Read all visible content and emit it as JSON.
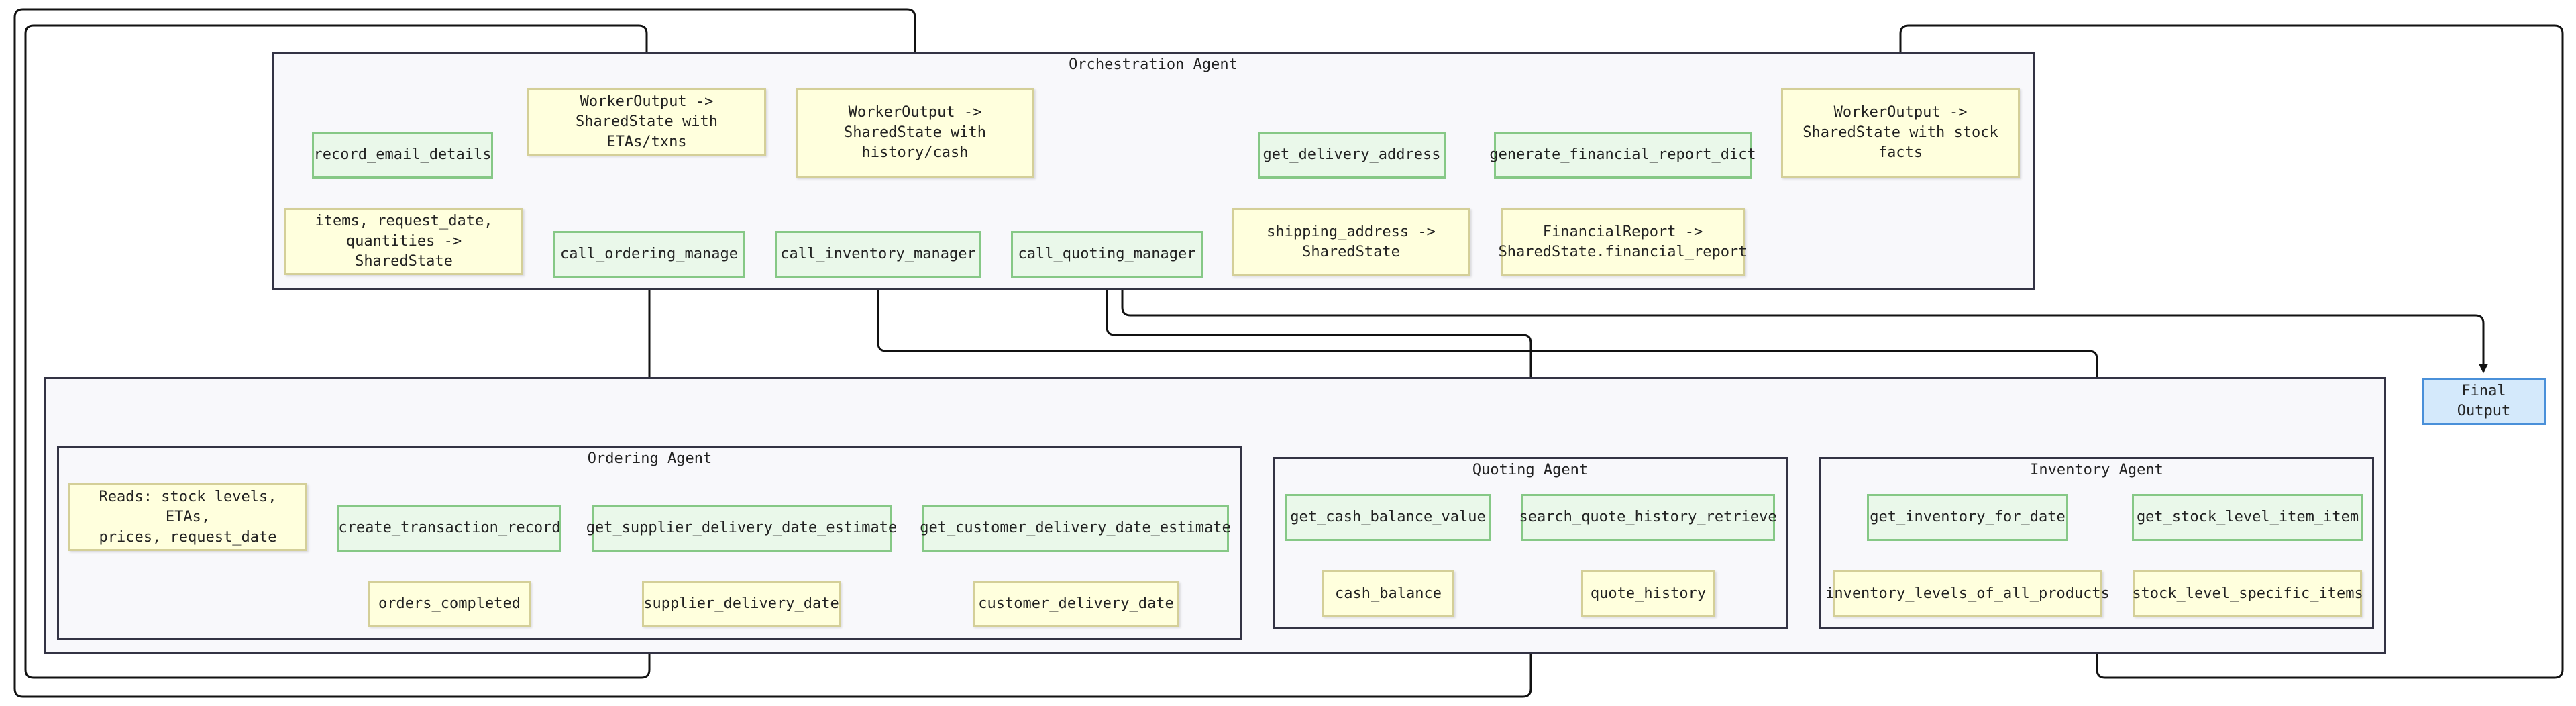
{
  "clusters": {
    "orchestration": "Orchestration Agent",
    "workers": "",
    "ordering": "Ordering Agent",
    "quoting": "Quoting Agent",
    "inventory": "Inventory Agent"
  },
  "nodes": {
    "record_email_details": "record_email_details",
    "items_request": "items, request_date,\nquantities -> SharedState",
    "worker_etas": "WorkerOutput ->\nSharedState with ETAs/txns",
    "worker_history": "WorkerOutput ->\nSharedState with\nhistory/cash",
    "call_ordering": "call_ordering_manage",
    "call_inventory": "call_inventory_manager",
    "call_quoting": "call_quoting_manager",
    "get_delivery_address": "get_delivery_address",
    "shipping_address": "shipping_address ->\nSharedState",
    "generate_financial": "generate_financial_report_dict",
    "financial_report": "FinancialReport ->\nSharedState.financial_report",
    "worker_stock": "WorkerOutput ->\nSharedState with stock\nfacts",
    "final_output": "Final Output",
    "reads": "Reads: stock levels, ETAs,\nprices, request_date",
    "create_transaction": "create_transaction_record",
    "orders_completed": "orders_completed",
    "get_supplier": "get_supplier_delivery_date_estimate",
    "supplier_delivery": "supplier_delivery_date",
    "get_customer": "get_customer_delivery_date_estimate",
    "customer_delivery": "customer_delivery_date",
    "get_cash": "get_cash_balance_value",
    "cash_balance": "cash_balance",
    "search_quote": "search_quote_history_retrieve",
    "quote_history": "quote_history",
    "get_inventory": "get_inventory_for_date",
    "inventory_levels": "inventory_levels_of_all_products",
    "get_stock": "get_stock_level_item_item",
    "stock_specific": "stock_level_specific_items"
  },
  "colors": {
    "tool_fill": "#eaf8ea",
    "tool_border": "#86c886",
    "data_fill": "#ffffdd",
    "data_border": "#d4cf98",
    "final_fill": "#d4e9fb",
    "final_border": "#4a90d9",
    "cluster_border": "#333344",
    "edge": "#111111"
  }
}
